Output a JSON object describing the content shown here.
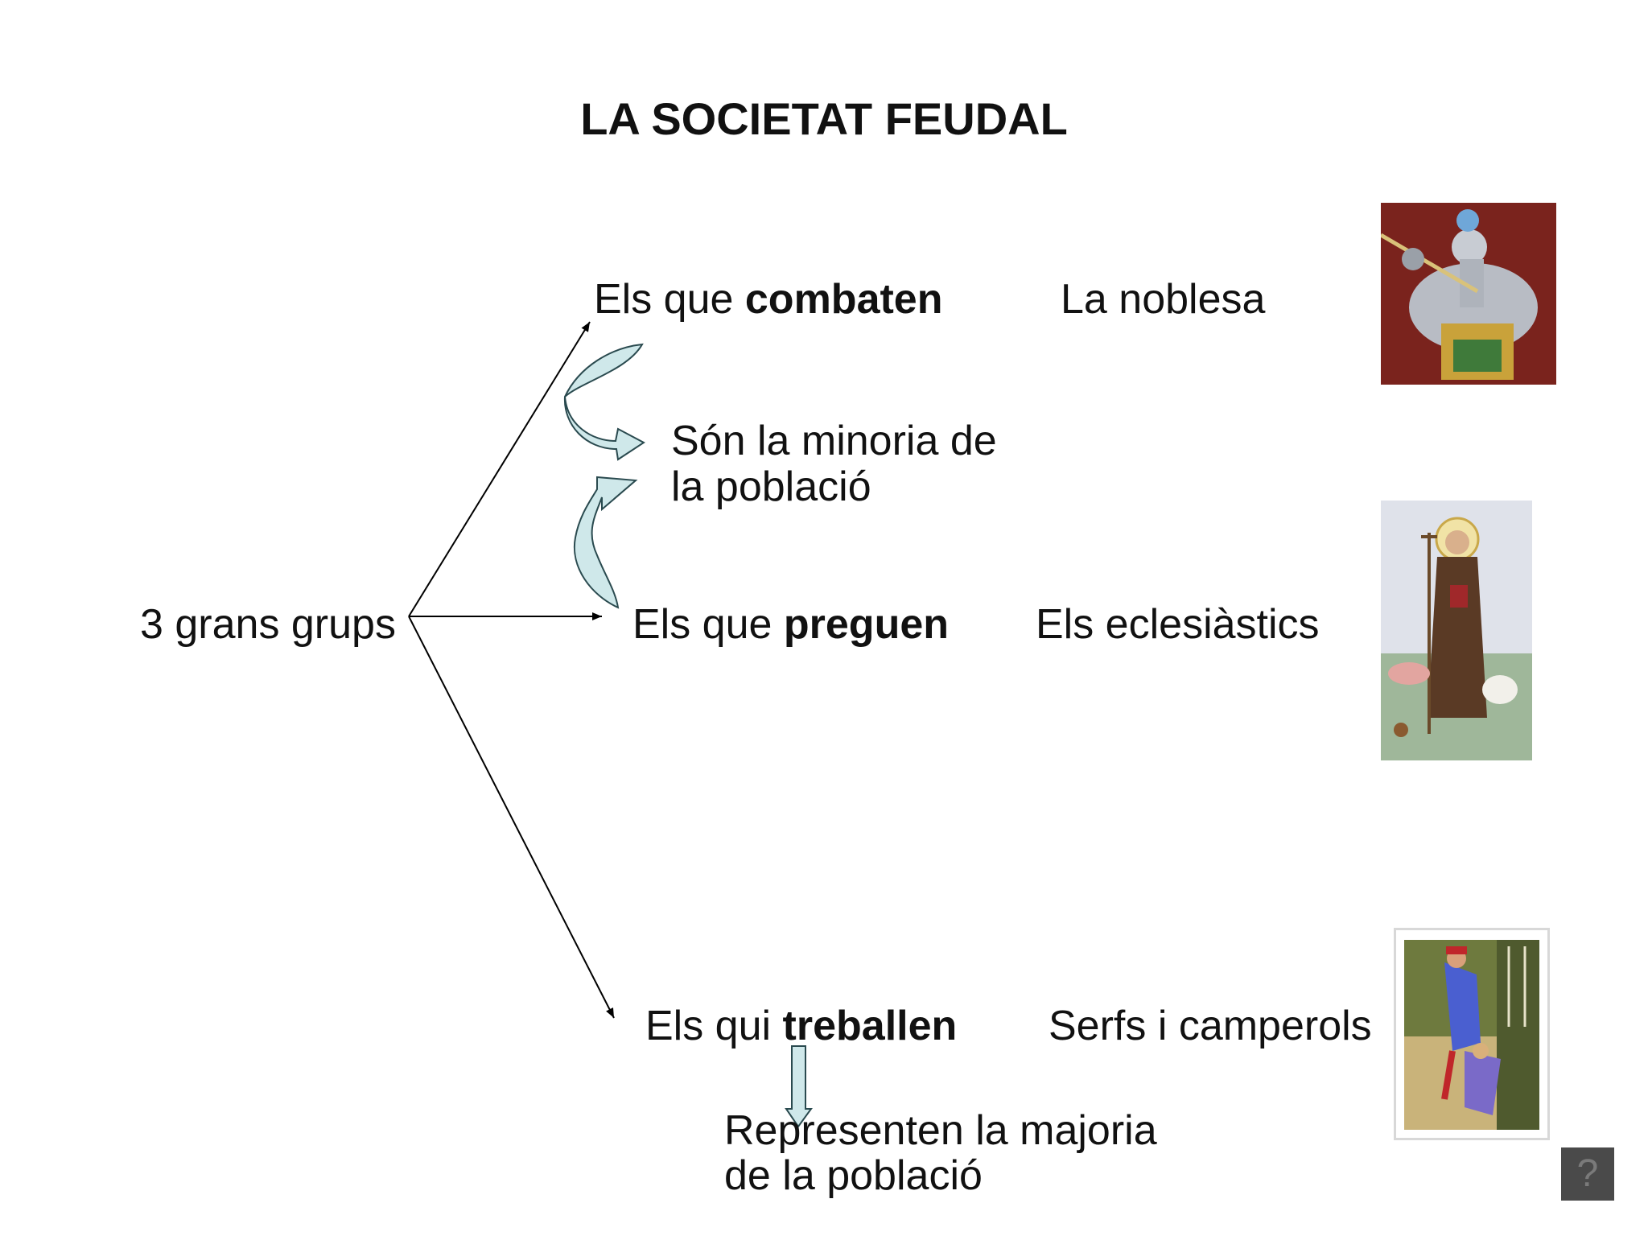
{
  "title": "LA SOCIETAT FEUDAL",
  "root": "3 grans grups",
  "groups": [
    {
      "prefix": "Els que ",
      "verb": "combaten",
      "name": "La noblesa"
    },
    {
      "prefix": "Els que ",
      "verb": "preguen",
      "name": "Els eclesiàstics"
    },
    {
      "prefix": "Els qui ",
      "verb": "treballen",
      "name": "Serfs i camperols"
    }
  ],
  "notes": {
    "minority": [
      "Són la minoria de",
      "la població"
    ],
    "majority": [
      "Representen la majoria",
      "de la població"
    ]
  },
  "help_button": "?",
  "colors": {
    "arrow_fill": "#cfe8ea",
    "arrow_stroke": "#2a4a4f",
    "line": "#000000"
  }
}
